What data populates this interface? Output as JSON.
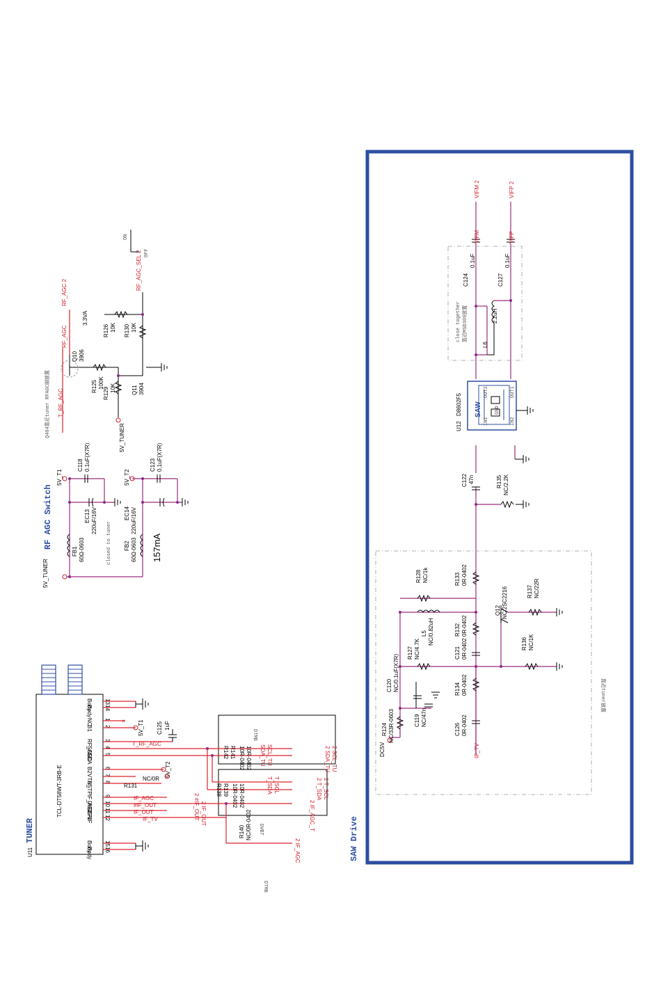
{
  "sections": {
    "tuner": "TUNER",
    "rf_agc_switch": "RF AGC Switch",
    "saw_drive": "SAW Drive"
  },
  "tuner": {
    "ref": "U11",
    "part": "TCL-DT58WT-3RB-E",
    "pins": [
      {
        "num": "16",
        "name": "Body"
      },
      {
        "num": "15",
        "name": "Body"
      },
      {
        "num": "12",
        "name": "AIF"
      },
      {
        "num": "11",
        "name": "DIF1"
      },
      {
        "num": "10",
        "name": "DIF2"
      },
      {
        "num": "9",
        "name": "IF_AGC"
      },
      {
        "num": "8",
        "name": "AS"
      },
      {
        "num": "7",
        "name": "VTU_TP"
      },
      {
        "num": "6",
        "name": "B2"
      },
      {
        "num": "5",
        "name": "SDA"
      },
      {
        "num": "4",
        "name": "SCL"
      },
      {
        "num": "3",
        "name": "RF_AGC"
      },
      {
        "num": "2",
        "name": "B1"
      },
      {
        "num": "1",
        "name": "NC"
      },
      {
        "num": "14",
        "name": "Body"
      },
      {
        "num": "13",
        "name": "Body"
      }
    ],
    "nets": [
      "IF_TV",
      "IF_OUT",
      "#IF_OUT",
      "IF_AGC",
      "NC/0R",
      "R131",
      "5V_T2",
      "5V_T1",
      "T_RF_AGC",
      "C125",
      "1uF"
    ],
    "out_labels": [
      "2  IF_OUT",
      "2  #IF_OUT",
      "2  IF_AGC_T",
      "2  IF_AGC"
    ],
    "r140": "R140",
    "r140_val": "NC/0R-0402",
    "dvbt": "DVBT",
    "dtmb_box": "DTMB",
    "dtmb_label": "DTMB",
    "i2c": [
      {
        "ref": "R142",
        "val": "10R-0402",
        "net": "SCL_TU",
        "ext": "2  SCL_TU"
      },
      {
        "ref": "R141",
        "val": "10R-0402",
        "net": "SDA_TU",
        "ext": "2  SDA_TU"
      },
      {
        "ref": "R139",
        "val": "10R-0402",
        "net": "T_SCL",
        "ext": "2  T_SCL"
      },
      {
        "ref": "R138",
        "val": "10R-0402",
        "net": "T_SDA",
        "ext": "2  T_SDA"
      }
    ]
  },
  "rf_agc": {
    "fb1": "FB1",
    "fb1_val": "60Ω-0603",
    "fb2": "FB2",
    "fb2_val": "60Ω-0603",
    "c118": "C118",
    "c118_val": "0.1uF(X7R)",
    "c123": "C123",
    "c123_val": "0.1uF(X7R)",
    "ec13": "EC13",
    "ec13_val": "220uF/16V",
    "ec14": "EC14",
    "ec14_val": "220uF/16V",
    "v5_tuner": "5V_TUNER",
    "v5_t1": "5V_T1",
    "v5_t2": "5V_T2",
    "closed_to_tuner": "closed to tuner",
    "current": "157mA",
    "q10": "Q10",
    "q10_val": "3906",
    "q11": "Q11",
    "q11_val": "3904",
    "r125": "R125",
    "r125_val": "100K",
    "r129": "R129",
    "r129_val": "10K",
    "r126": "R126",
    "r126_val": "10K",
    "r130": "R130",
    "r130_val": "10K",
    "v33": "3.3VA",
    "t_rf_agc": "T_RF_AGC",
    "rf_agc_net": "RF_AGC",
    "rf_agc_port": "RF_AGC  2",
    "rf_agc_sel": "RF_AGC_SEL  2",
    "on": "ON",
    "off": "OFF",
    "q404_note": "Q404靠近tuner RFAGC脚放置",
    "v5_tuner_2": "5V_TUNER"
  },
  "saw": {
    "u12": "U12",
    "u12_val": "D8602F5",
    "saw": "SAW",
    "gnd": "GND",
    "in1": "IN1",
    "in2": "IN2",
    "out1": "OUT1",
    "out2": "OUT2",
    "c122": "C122",
    "c122_val": "47n",
    "r135": "R135",
    "r135_val": "NC/2.2K",
    "c124": "C124",
    "c124_val": "0.1uF",
    "c127": "C127",
    "c127_val": "0.1uF",
    "l6": "L6",
    "l6_val": "2.2uH",
    "vifm": "VIFM",
    "vifp": "VIFP",
    "vifm_port": "VIFM  2",
    "vifp_port": "VIFP  2",
    "close_note_1": "close together",
    "close_note_2": "靠近MSD309放置",
    "r128": "R128",
    "r128_val": "NC/1k",
    "r133": "R133",
    "r133_val": "0R-0402",
    "l5": "L5",
    "l5_val": "NC/0.82uH",
    "r132": "R132",
    "r132_val": "0R-0402",
    "q12": "Q12",
    "q12_val": "NC/2SC2216",
    "r137": "R137",
    "r137_val": "NC/22R",
    "r127": "R127",
    "r127_val": "NC/4.7K",
    "c121": "C121",
    "c121_val": "0R-0402",
    "r136": "R136",
    "r136_val": "NC/1K",
    "c120": "C120",
    "c120_val": "NC/0.1uF(X7R)",
    "c119": "C119",
    "c119_val": "NC/47n",
    "r134": "R134",
    "r134_val": "0R-0402",
    "c126": "C126",
    "c126_val": "0R-0402",
    "r124": "R124",
    "r124_val": "NC/33R-0603",
    "dc5v": "DC5V",
    "if_tv": "IF_TV",
    "tuner_note": "靠近tuner放置"
  }
}
